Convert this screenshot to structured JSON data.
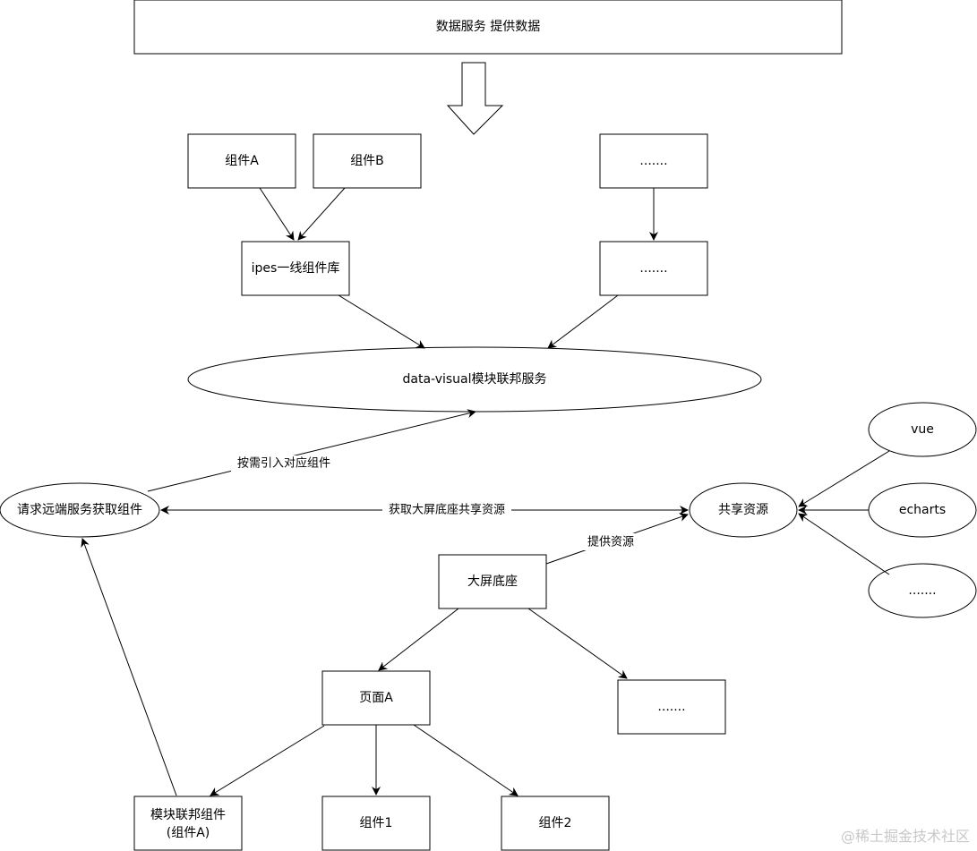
{
  "nodes": {
    "data_service": "数据服务 提供数据",
    "component_a": "组件A",
    "component_b": "组件B",
    "top_right_box": ".......",
    "ipes_library": "ipes一线组件库",
    "right_middle_box": ".......",
    "federation_service": "data-visual模块联邦服务",
    "remote_request": "请求远端服务获取组件",
    "shared_resources": "共享资源",
    "vue": "vue",
    "echarts": "echarts",
    "more_libs": ".......",
    "big_screen_base": "大屏底座",
    "page_a": "页面A",
    "page_more": ".......",
    "federated_component_line1": "模块联邦组件",
    "federated_component_line2": "(组件A)",
    "component_1": "组件1",
    "component_2": "组件2"
  },
  "edges": {
    "import_on_demand": "按需引入对应组件",
    "get_shared_resources": "获取大屏底座共享资源",
    "provide_resources": "提供资源"
  },
  "watermark": "@稀土掘金技术社区"
}
